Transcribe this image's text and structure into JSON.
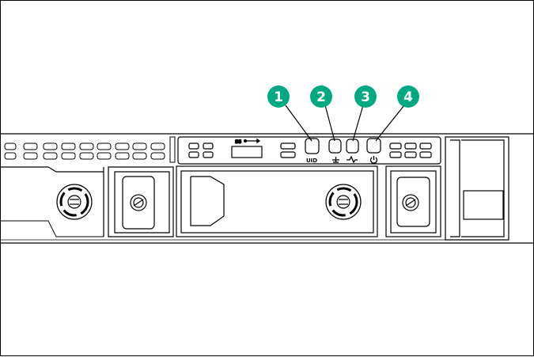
{
  "callouts": [
    {
      "number": "1",
      "color": "#01a982"
    },
    {
      "number": "2",
      "color": "#01a982"
    },
    {
      "number": "3",
      "color": "#01a982"
    },
    {
      "number": "4",
      "color": "#01a982"
    }
  ],
  "buttons": {
    "uid_label": "UID"
  },
  "icons": {
    "usb": "usb-3-icon",
    "nic": "nic-status-icon",
    "health": "health-icon",
    "power": "power-icon",
    "drive_lock": "drive-lock-icon",
    "fan": "fan-icon"
  }
}
